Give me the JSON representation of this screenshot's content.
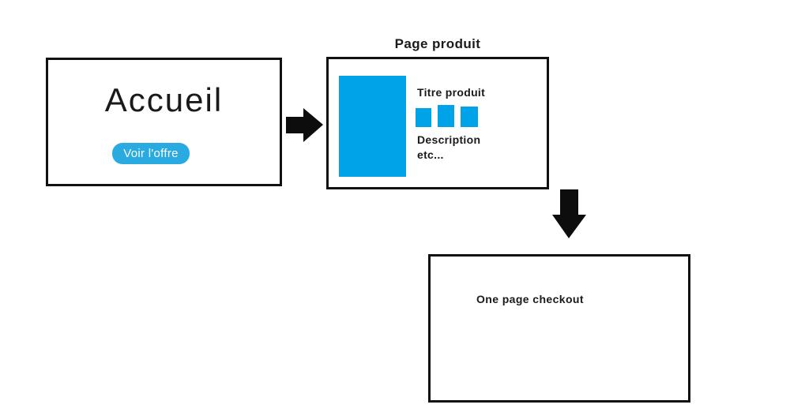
{
  "palette": {
    "blue": "#00A2E8",
    "button_blue": "#29ABE2",
    "ink": "#111111"
  },
  "accueil": {
    "title": "Accueil",
    "button_label": "Voir l'offre"
  },
  "product_page": {
    "title": "Page produit",
    "product_title": "Titre produit",
    "description_line1": "Description",
    "description_line2": "etc...",
    "thumbnails_count": 3,
    "image_placeholder": "product-image-placeholder"
  },
  "checkout": {
    "label": "One page checkout"
  },
  "flow": {
    "arrow1": "right-arrow",
    "arrow2": "down-arrow"
  }
}
